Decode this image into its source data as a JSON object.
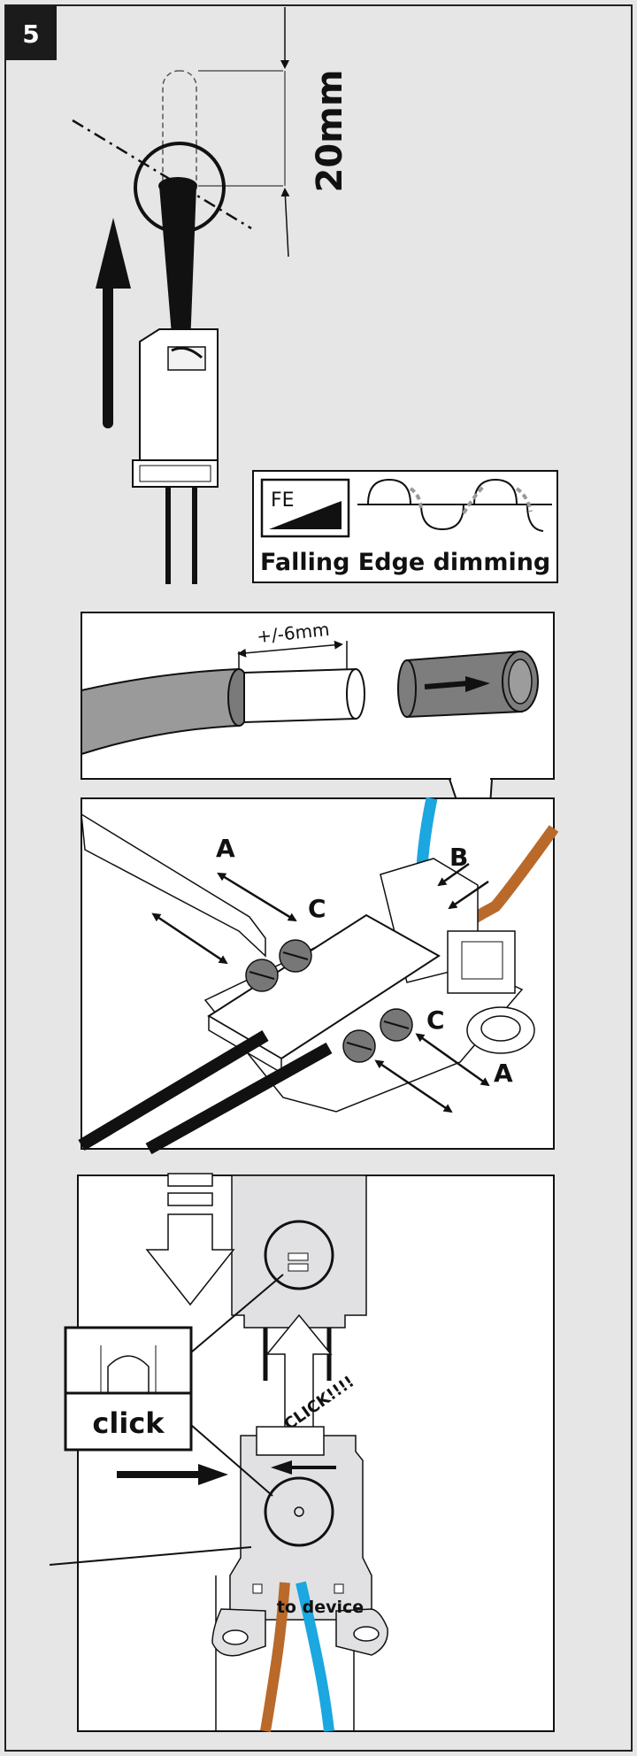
{
  "step_number": "5",
  "panel1": {
    "dimension_label": "20mm",
    "dimming_badge": {
      "fe_label": "FE",
      "caption": "Falling Edge dimming"
    }
  },
  "panel2": {
    "strip_length_label": "+/-6mm"
  },
  "panel3": {
    "label_a_left": "A",
    "label_c_left": "C",
    "label_b": "B",
    "label_c_right": "C",
    "label_a_right": "A"
  },
  "panel4": {
    "click_label": "click",
    "click_stamp": "CLICK!!!!",
    "to_device_label": "to device"
  },
  "colors": {
    "blue_wire": "#1ba7df",
    "brown_wire": "#b9692a",
    "background": "#e6e6e7"
  }
}
